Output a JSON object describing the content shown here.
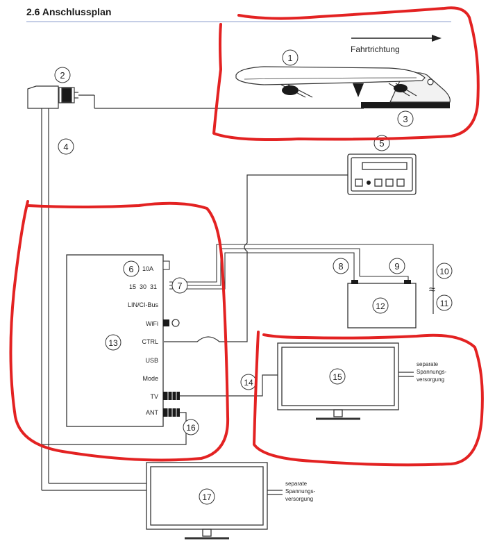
{
  "header": {
    "title": "2.6 Anschlussplan"
  },
  "direction_label": "Fahrtrichtung",
  "callouts": [
    "1",
    "2",
    "3",
    "4",
    "5",
    "6",
    "7",
    "8",
    "9",
    "10",
    "11",
    "12",
    "13",
    "14",
    "15",
    "16",
    "17"
  ],
  "receiver": {
    "fuse_label": "10A",
    "power_terminals": "15  30  31",
    "port_labels": [
      "LIN/CI-Bus",
      "WiFi",
      "CTRL",
      "USB",
      "Mode",
      "TV",
      "ANT"
    ]
  },
  "supply_note_lines": [
    "separate",
    "Spannungs-",
    "versorgung"
  ],
  "approx_symbol": "≈",
  "annotation_color": "#e32222"
}
